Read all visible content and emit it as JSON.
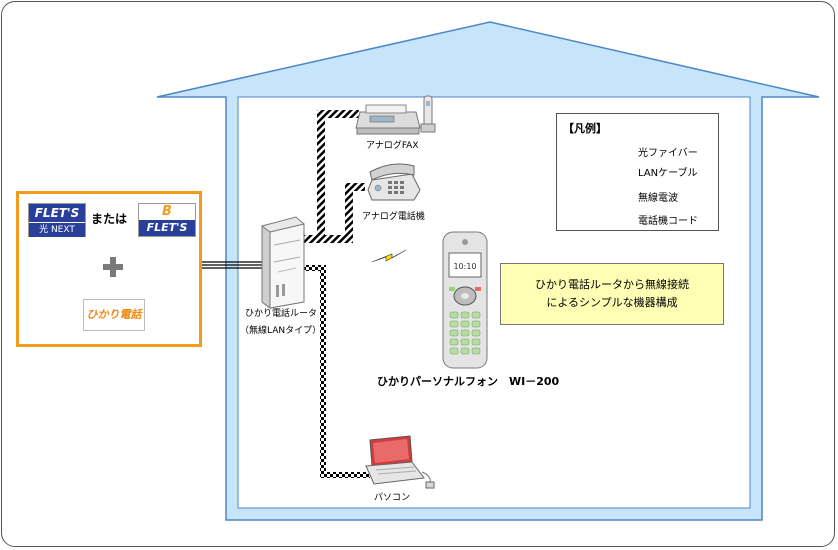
{
  "services": {
    "flets_next": {
      "name": "FLET'S",
      "sub": "光 NEXT"
    },
    "or_text": "または",
    "b_flets": {
      "mark": "B",
      "name": "FLET'S"
    },
    "plus_icon": "plus",
    "hikari_denwa": "ひかり電話"
  },
  "devices": {
    "router_label": "ひかり電話ルータ",
    "router_sublabel": "（無線LANタイプ）",
    "fax_label": "アナログFAX",
    "phone_label": "アナログ電話機",
    "handset_label": "ひかりパーソナルフォン　WI－200",
    "handset_screen": "10:10",
    "pc_label": "パソコン"
  },
  "legend": {
    "title": "【凡例】",
    "items": [
      {
        "label": "光ファイバー",
        "style": "fiber"
      },
      {
        "label": "LANケーブル",
        "style": "lan"
      },
      {
        "label": "無線電波",
        "style": "wireless"
      },
      {
        "label": "電話機コード",
        "style": "phone-cord"
      }
    ]
  },
  "callout": {
    "line1": "ひかり電話ルータから無線接続",
    "line2": "によるシンプルな機器構成"
  },
  "colors": {
    "house_fill": "#c6e5fb",
    "house_stroke": "#4f86c6",
    "services_border": "#f39b1d",
    "callout_fill": "#fefeb4",
    "logo_blue": "#2a3f9a",
    "logo_orange": "#f08a10"
  }
}
